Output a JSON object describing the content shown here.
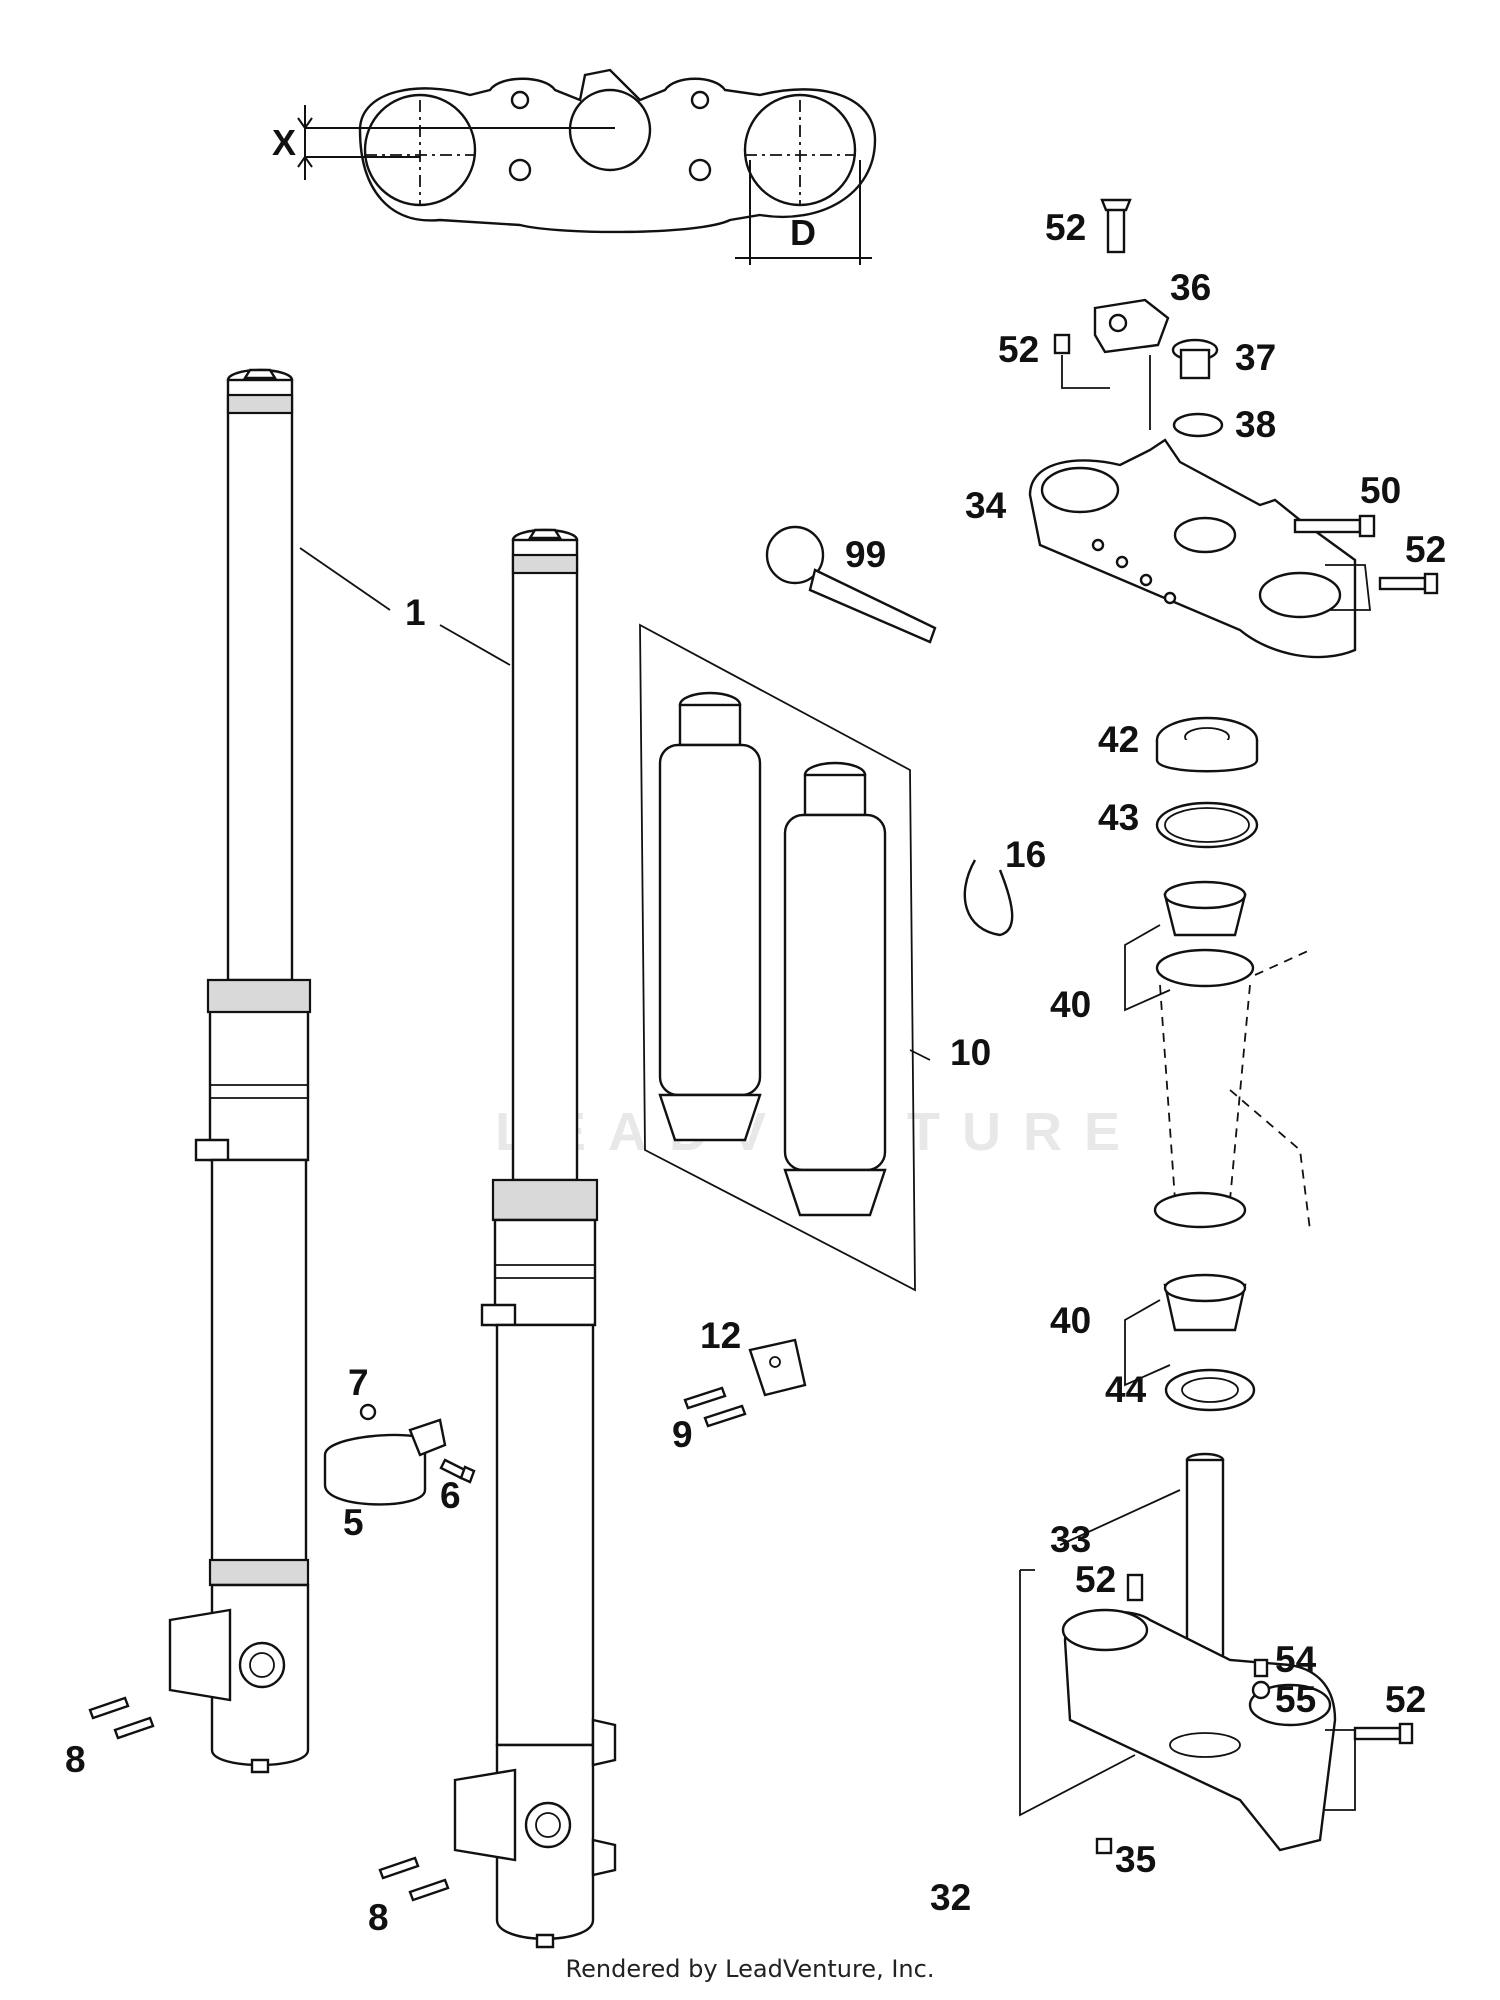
{
  "watermark": "LEADVENTURE",
  "footer": "Rendered by LeadVenture, Inc.",
  "dimensions": {
    "x": "X",
    "d": "D"
  },
  "callouts": {
    "c1": "1",
    "c5": "5",
    "c6": "6",
    "c7": "7",
    "c8a": "8",
    "c8b": "8",
    "c9": "9",
    "c10": "10",
    "c12": "12",
    "c16": "16",
    "c32": "32",
    "c33": "33",
    "c34": "34",
    "c35": "35",
    "c36": "36",
    "c37": "37",
    "c38": "38",
    "c40a": "40",
    "c40b": "40",
    "c42": "42",
    "c43": "43",
    "c44": "44",
    "c50": "50",
    "c52a": "52",
    "c52b": "52",
    "c52c": "52",
    "c52d": "52",
    "c52e": "52",
    "c54": "54",
    "c55": "55",
    "c99": "99"
  }
}
